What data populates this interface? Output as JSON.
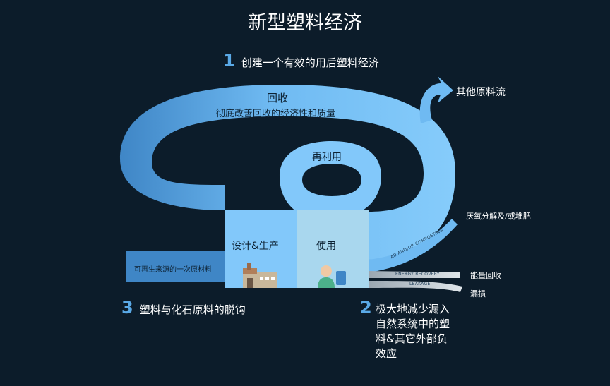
{
  "title": "新型塑料经济",
  "points": [
    {
      "num": "1",
      "text": "创建一个有效的用后塑料经济"
    },
    {
      "num": "2",
      "lines": [
        "极大地减少漏入",
        "自然系统中的塑",
        "料&其它外部负",
        "效应"
      ]
    },
    {
      "num": "3",
      "text": "塑料与化石原料的脱钩"
    }
  ],
  "loop": {
    "recycle_title": "回收",
    "recycle_sub": "彻底改善回收的经济性和质量",
    "reuse": "再利用",
    "design": "设计&生产",
    "use": "使用",
    "renewable": "可再生来源的一次原材料"
  },
  "outflows": {
    "other_feedstock": "其他原料流",
    "ad_composting": "厌氧分解及/或堆肥",
    "ad_band": "AD AND/OR COMPOSTING",
    "energy_recovery": "能量回收",
    "energy_band": "ENERGY RECOVERY",
    "leakage": "漏损",
    "leakage_band": "LEAKAGE"
  },
  "icons": [
    "factory-icon",
    "person-icon"
  ],
  "colors": {
    "background": "#0c1c2a",
    "loop_light": "#82c8fa",
    "loop_mid": "#5aa9e6",
    "loop_dark": "#3f86c6",
    "use_panel": "#a9d7ee",
    "accent_number": "#5aa9e6"
  }
}
